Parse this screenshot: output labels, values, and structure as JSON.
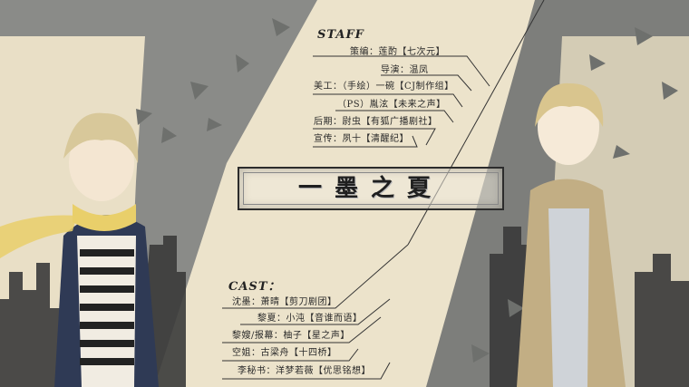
{
  "staff": {
    "heading": "STAFF",
    "lines": [
      "策编：莲酌【七次元】",
      "导演：温凤",
      "美工：（手绘）一碗【CJ制作组】",
      "（PS）胤泫【未来之声】",
      "后期：尉虫【有狐广播剧社】",
      "宣传：夙十【清醒纪】"
    ]
  },
  "title": "一墨之夏",
  "cast": {
    "heading": "CAST：",
    "lines": [
      "沈墨：萧晴【剪刀剧团】",
      "黎夏：小沌【音谁而语】",
      "黎嫂/报幕：柚子【星之声】",
      "空姐：古梁舟【十四桥】",
      "李秘书：洋梦若薇【优思铭想】"
    ]
  },
  "colors": {
    "background": "#ece3cb",
    "shadow": "#7e7f7c",
    "ink": "#2a2a2a"
  }
}
